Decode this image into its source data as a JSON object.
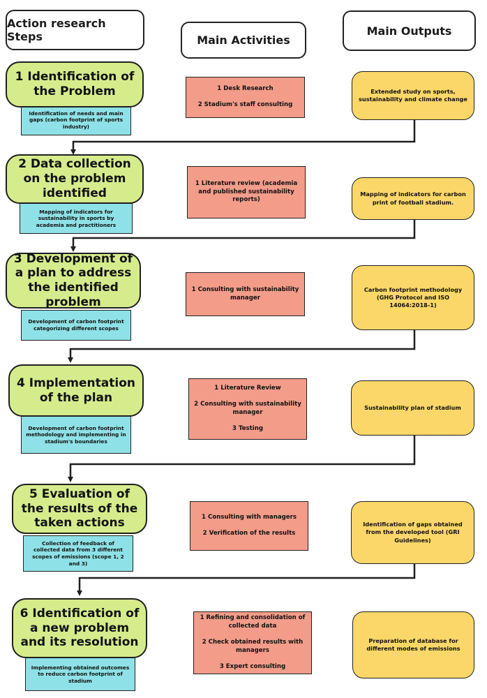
{
  "headers": {
    "steps": "Action research Steps",
    "activities": "Main Activities",
    "outputs": "Main Outputs"
  },
  "rows": [
    {
      "step": "1 Identification of the Problem",
      "note": "Identification of needs and main gaps (carbon footprint of sports industry)",
      "activities": [
        "1 Desk Research",
        "2 Stadium's staff consulting"
      ],
      "output": "Extended study on sports, sustainability and climate change"
    },
    {
      "step": "2 Data collection on the problem identified",
      "note": "Mapping of indicators for sustainability in sports by academia and practitioners",
      "activities": [
        "1 Literature review (academia and published sustainability reports)"
      ],
      "output": "Mapping of indicators for carbon print of football stadium."
    },
    {
      "step": "3 Development of a plan to address the identified problem",
      "note": "Development of carbon footprint categorizing different scopes",
      "activities": [
        "1 Consulting with sustainability manager"
      ],
      "output": "Carbon footprint methodology (GHG Protocol and ISO 14064:2018-1)"
    },
    {
      "step": "4 Implementation of the plan",
      "note": "Development of carbon footprint methodology and implementing in stadium's boundaries",
      "activities": [
        "1 Literature Review",
        "2 Consulting with sustainability manager",
        "3 Testing"
      ],
      "output": "Sustainability plan of stadium"
    },
    {
      "step": "5 Evaluation of the results of the taken actions",
      "note": "Collection of feedback of collected data from 3 different scopes of emissions (scope 1, 2 and 3)",
      "activities": [
        "1 Consulting with managers",
        "2 Verification of the results"
      ],
      "output": "Identification of gaps obtained from the developed tool (GRI Guidelines)"
    },
    {
      "step": "6 Identification of a new problem and its resolution",
      "note": "Implementing obtained outcomes to reduce carbon footprint of stadium",
      "activities": [
        "1 Refining and consolidation of collected data",
        "2 Check obtained results with managers",
        "3 Expert consulting"
      ],
      "output": "Preparation of database for different modes of emissions"
    }
  ],
  "colors": {
    "step": "#d6ec8c",
    "note": "#8ee1e6",
    "activity": "#f29c89",
    "output": "#fbd769",
    "line": "#1f1f1f"
  }
}
